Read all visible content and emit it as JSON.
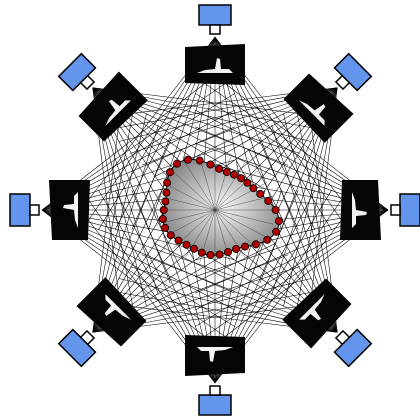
{
  "figure": {
    "camera_count": 8,
    "boundary_point_count": 34,
    "colors": {
      "background": "#ffffff",
      "camera_body": "#6495ed",
      "camera_outline": "#000000",
      "ray_lines": "#000000",
      "image_plane": "#050505",
      "silhouette": "#f2f2f2",
      "boundary_points": "#b00000",
      "hull_fill_light": "#f5f5f5",
      "hull_fill_dark": "#808080"
    },
    "icons": [
      "camera-icon",
      "image-plane",
      "visual-hull",
      "boundary-point"
    ]
  }
}
